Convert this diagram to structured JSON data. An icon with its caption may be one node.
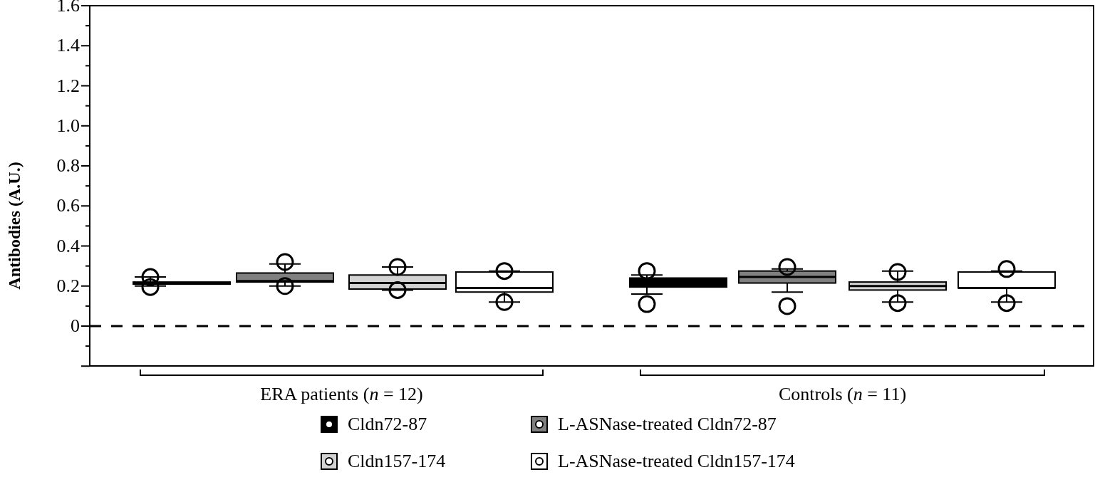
{
  "diagram": {
    "labels": [
      "1.6",
      "1.4",
      "1.2",
      "1.0",
      "0.8",
      "0.6",
      "0.4",
      "0.2",
      "0",
      "Antibodies (A.U.)",
      "ERA patients (*n* = 12)",
      "Controls (*n* = 11)"
    ],
    "legend": [
      {
        "text": "Cldn72-87",
        "color": "#000000"
      },
      {
        "text": "L-ASNase-treated Cldn72-87",
        "color": "#808080"
      },
      {
        "text": "Cldn157-174",
        "color": "#d3d3d3"
      },
      {
        "text": "L-ASNase-treated Cldn157-174",
        "color": "#ffffff"
      }
    ]
  }
}
